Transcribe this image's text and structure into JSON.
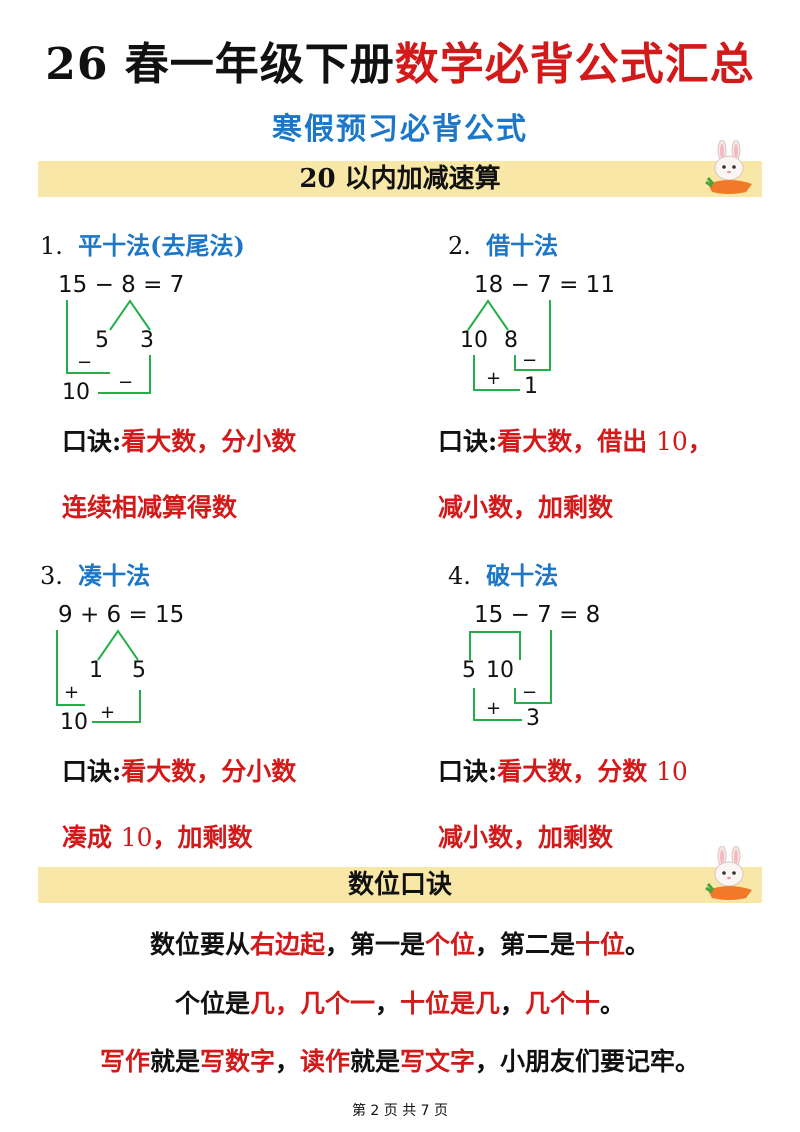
{
  "header": {
    "title_black": "26 春一年级下册",
    "title_red": "数学必背公式汇总",
    "subtitle": "寒假预习必背公式"
  },
  "section1": {
    "band_title": "20 以内加减速算",
    "methods": [
      {
        "num": "1.",
        "name": "平十法(去尾法)",
        "equation": "15 − 8 = 7",
        "parts": [
          "5",
          "3"
        ],
        "ops": [
          "−",
          "−"
        ],
        "result": "10",
        "rule_key": "口诀:",
        "rule_line1": "看大数，分小数",
        "rule_line2": "连续相减算得数"
      },
      {
        "num": "2.",
        "name": "借十法",
        "equation": "18 − 7 = 11",
        "parts": [
          "10",
          "8"
        ],
        "ops": [
          "−",
          "+"
        ],
        "result": "1",
        "rule_key": "口诀:",
        "rule_line1a": "看大数，借出 ",
        "rule_line1n": "10",
        "rule_line1b": "，",
        "rule_line2": "减小数，加剩数"
      },
      {
        "num": "3.",
        "name": "凑十法",
        "equation": "9 + 6 = 15",
        "parts": [
          "1",
          "5"
        ],
        "ops": [
          "+",
          "+"
        ],
        "result": "10",
        "rule_key": "口诀:",
        "rule_line1": "看大数，分小数",
        "rule_line2a": "凑成 ",
        "rule_line2n": "10",
        "rule_line2b": "，加剩数"
      },
      {
        "num": "4.",
        "name": "破十法",
        "equation": "15 − 7 = 8",
        "parts": [
          "5",
          "10"
        ],
        "ops": [
          "−",
          "+"
        ],
        "result": "3",
        "rule_key": "口诀:",
        "rule_line1a": "看大数，分数 ",
        "rule_line1n": "10",
        "rule_line2": "减小数，加剩数"
      }
    ]
  },
  "section2": {
    "band_title": "数位口诀",
    "line1": [
      "数位要从",
      "右边起",
      "，第一是",
      "个位",
      "，第二是",
      "十位",
      "。"
    ],
    "line2": [
      "个位是",
      "几，几个一",
      "，",
      "十位是几",
      "，",
      "几个十",
      "。"
    ],
    "line3": [
      "写作",
      "就是",
      "写数字",
      "，",
      "读作",
      "就是",
      "写文字",
      "，小朋友们要记牢。"
    ]
  },
  "footer": {
    "text": "第 2 页 共 7 页"
  },
  "colors": {
    "red": "#d21a1a",
    "blue": "#1c77c8",
    "band": "#f8e7a6",
    "green": "#23b04a"
  },
  "icons": [
    "bunny-carrot-icon"
  ]
}
